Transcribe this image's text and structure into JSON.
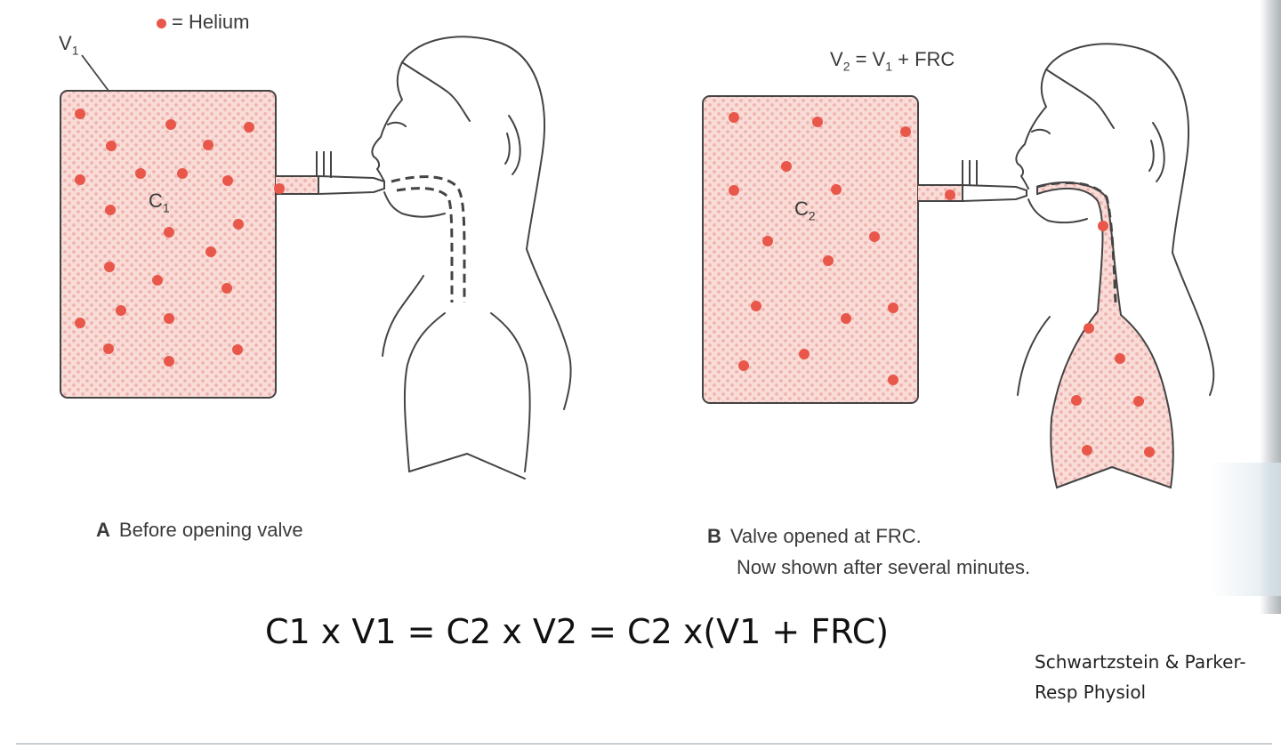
{
  "legend": {
    "text": "= Helium",
    "dot_color": "#e8574a"
  },
  "panel_a": {
    "volume_label": "V",
    "volume_sub": "1",
    "conc_label": "C",
    "conc_sub": "1",
    "caption_letter": "A",
    "caption_text": "Before opening valve"
  },
  "panel_b": {
    "volume_label_pre": "V",
    "volume_label_sub1": "2",
    "volume_label_mid": " = V",
    "volume_label_sub2": "1",
    "volume_label_post": " + FRC",
    "conc_label": "C",
    "conc_sub": "2",
    "caption_letter": "B",
    "caption_line1": "Valve opened at FRC.",
    "caption_line2": "Now shown after several minutes."
  },
  "equation": "C1 x V1 = C2 x V2 = C2 x(V1 + FRC)",
  "source": {
    "line1": "Schwartzstein & Parker-",
    "line2": "Resp Physiol"
  },
  "colors": {
    "tank_fill": "#f7d3cf",
    "helium": "#e8574a",
    "outline": "#444444"
  }
}
